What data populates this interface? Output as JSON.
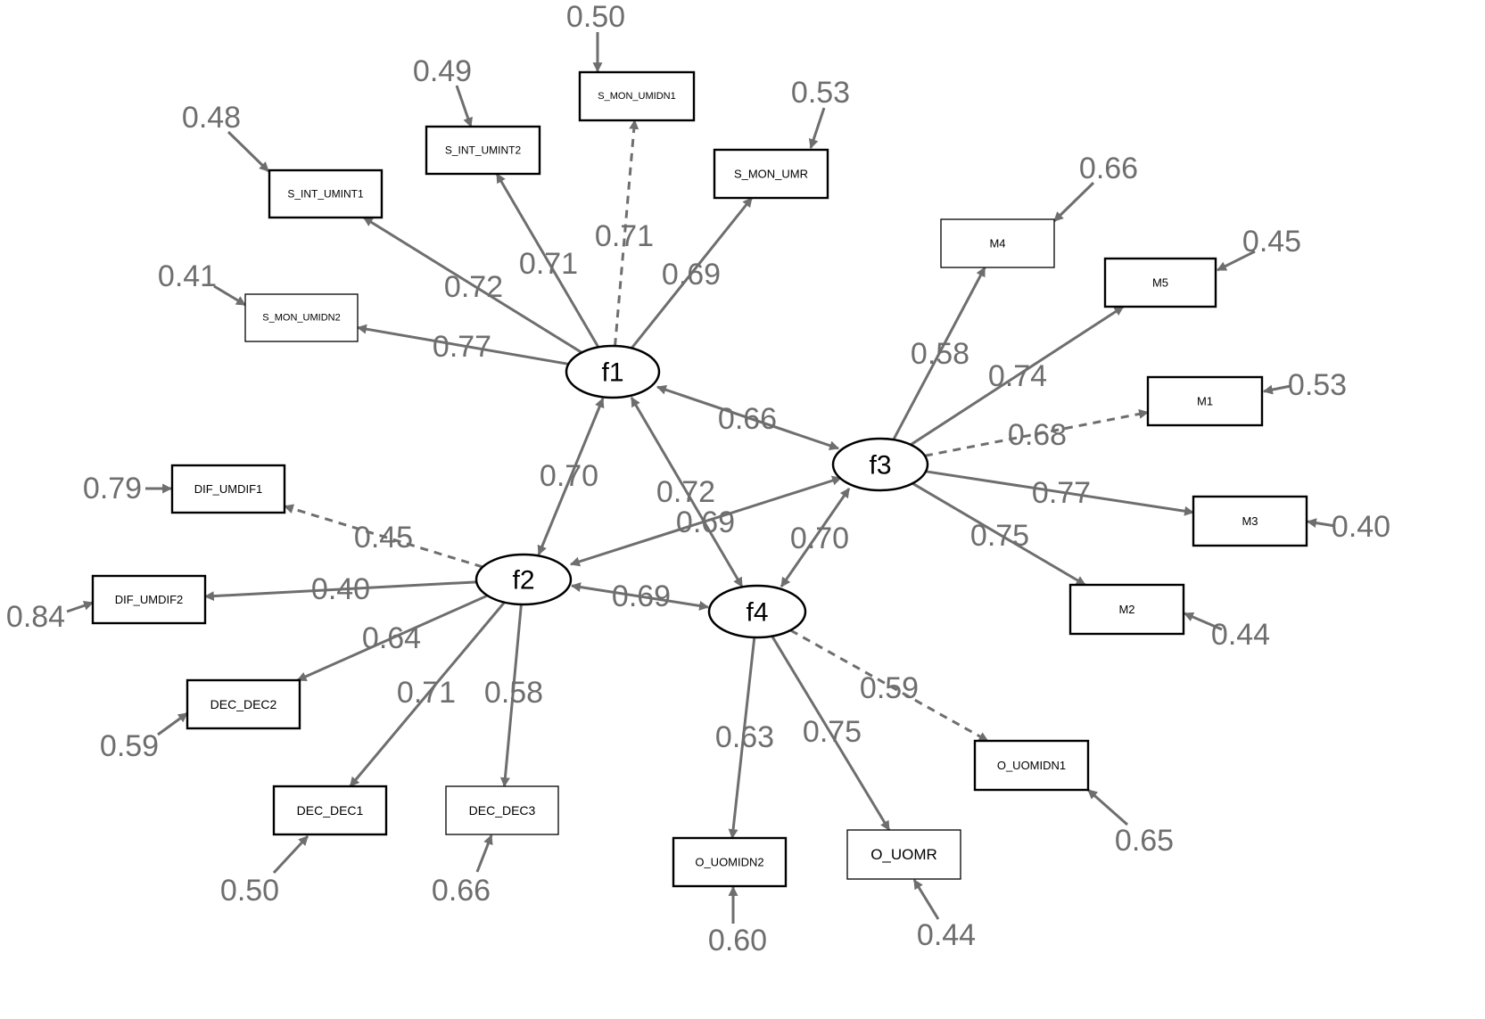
{
  "colors": {
    "edge": "#6e6e6e",
    "text": "#6e6e6e",
    "outline": "#000000",
    "background": "#ffffff"
  },
  "factors": [
    {
      "id": "f1",
      "label": "f1"
    },
    {
      "id": "f2",
      "label": "f2"
    },
    {
      "id": "f3",
      "label": "f3"
    },
    {
      "id": "f4",
      "label": "f4"
    }
  ],
  "indicators": [
    {
      "id": "s_int_umint1",
      "label": "S_INT_UMINT1",
      "factor": "f1",
      "loading": "0.72",
      "residual": "0.48",
      "dashed": false
    },
    {
      "id": "s_int_umint2",
      "label": "S_INT_UMINT2",
      "factor": "f1",
      "loading": "0.71",
      "residual": "0.49",
      "dashed": false
    },
    {
      "id": "s_mon_umidn1",
      "label": "S_MON_UMIDN1",
      "factor": "f1",
      "loading": "0.71",
      "residual": "0.50",
      "dashed": true
    },
    {
      "id": "s_mon_umr",
      "label": "S_MON_UMR",
      "factor": "f1",
      "loading": "0.69",
      "residual": "0.53",
      "dashed": false
    },
    {
      "id": "s_mon_umidn2",
      "label": "S_MON_UMIDN2",
      "factor": "f1",
      "loading": "0.77",
      "residual": "0.41",
      "dashed": false
    },
    {
      "id": "m4",
      "label": "M4",
      "factor": "f3",
      "loading": "0.58",
      "residual": "0.66",
      "dashed": false
    },
    {
      "id": "m5",
      "label": "M5",
      "factor": "f3",
      "loading": "0.74",
      "residual": "0.45",
      "dashed": false
    },
    {
      "id": "m1",
      "label": "M1",
      "factor": "f3",
      "loading": "0.68",
      "residual": "0.53",
      "dashed": true
    },
    {
      "id": "m3",
      "label": "M3",
      "factor": "f3",
      "loading": "0.77",
      "residual": "0.40",
      "dashed": false
    },
    {
      "id": "m2",
      "label": "M2",
      "factor": "f3",
      "loading": "0.75",
      "residual": "0.44",
      "dashed": false
    },
    {
      "id": "dif_umdif1",
      "label": "DIF_UMDIF1",
      "factor": "f2",
      "loading": "0.45",
      "residual": "0.79",
      "dashed": true
    },
    {
      "id": "dif_umdif2",
      "label": "DIF_UMDIF2",
      "factor": "f2",
      "loading": "0.40",
      "residual": "0.84",
      "dashed": false
    },
    {
      "id": "dec_dec2",
      "label": "DEC_DEC2",
      "factor": "f2",
      "loading": "0.64",
      "residual": "0.59",
      "dashed": false
    },
    {
      "id": "dec_dec1",
      "label": "DEC_DEC1",
      "factor": "f2",
      "loading": "0.71",
      "residual": "0.50",
      "dashed": false
    },
    {
      "id": "dec_dec3",
      "label": "DEC_DEC3",
      "factor": "f2",
      "loading": "0.58",
      "residual": "0.66",
      "dashed": false
    },
    {
      "id": "o_uomidn2",
      "label": "O_UOMIDN2",
      "factor": "f4",
      "loading": "0.63",
      "residual": "0.60",
      "dashed": false
    },
    {
      "id": "o_uomr",
      "label": "O_UOMR",
      "factor": "f4",
      "loading": "0.75",
      "residual": "0.44",
      "dashed": false
    },
    {
      "id": "o_uomidn1",
      "label": "O_UOMIDN1",
      "factor": "f4",
      "loading": "0.59",
      "residual": "0.65",
      "dashed": true
    }
  ],
  "correlations": [
    {
      "from": "f1",
      "to": "f3",
      "value": "0.66"
    },
    {
      "from": "f1",
      "to": "f2",
      "value": "0.70"
    },
    {
      "from": "f1",
      "to": "f4",
      "value": "0.72"
    },
    {
      "from": "f3",
      "to": "f2",
      "value": "0.69"
    },
    {
      "from": "f3",
      "to": "f4",
      "value": "0.70"
    },
    {
      "from": "f2",
      "to": "f4",
      "value": "0.69"
    }
  ]
}
